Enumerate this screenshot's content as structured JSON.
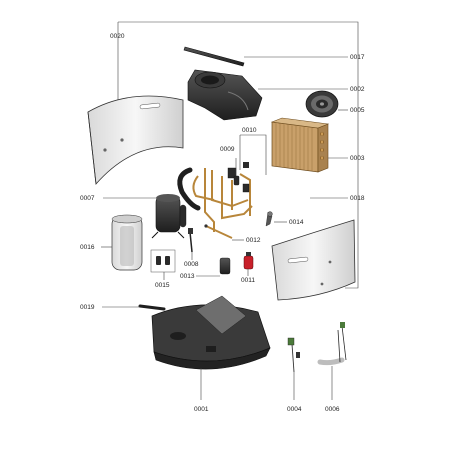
{
  "labels": {
    "p0020": "0020",
    "p0017": "0017",
    "p0002": "0002",
    "p0005": "0005",
    "p0010": "0010",
    "p0009": "0009",
    "p0003": "0003",
    "p0007": "0007",
    "p0018": "0018",
    "p0014": "0014",
    "p0016": "0016",
    "p0012": "0012",
    "p0008": "0008",
    "p0013": "0013",
    "p0011": "0011",
    "p0015": "0015",
    "p0019": "0019",
    "p0001": "0001",
    "p0004": "0004",
    "p0006": "0006"
  },
  "colors": {
    "line": "#444444",
    "metal_light": "#f2f2f2",
    "metal_dark": "#2b2b2b",
    "copper": "#b8863a",
    "red_part": "#c8202a"
  }
}
